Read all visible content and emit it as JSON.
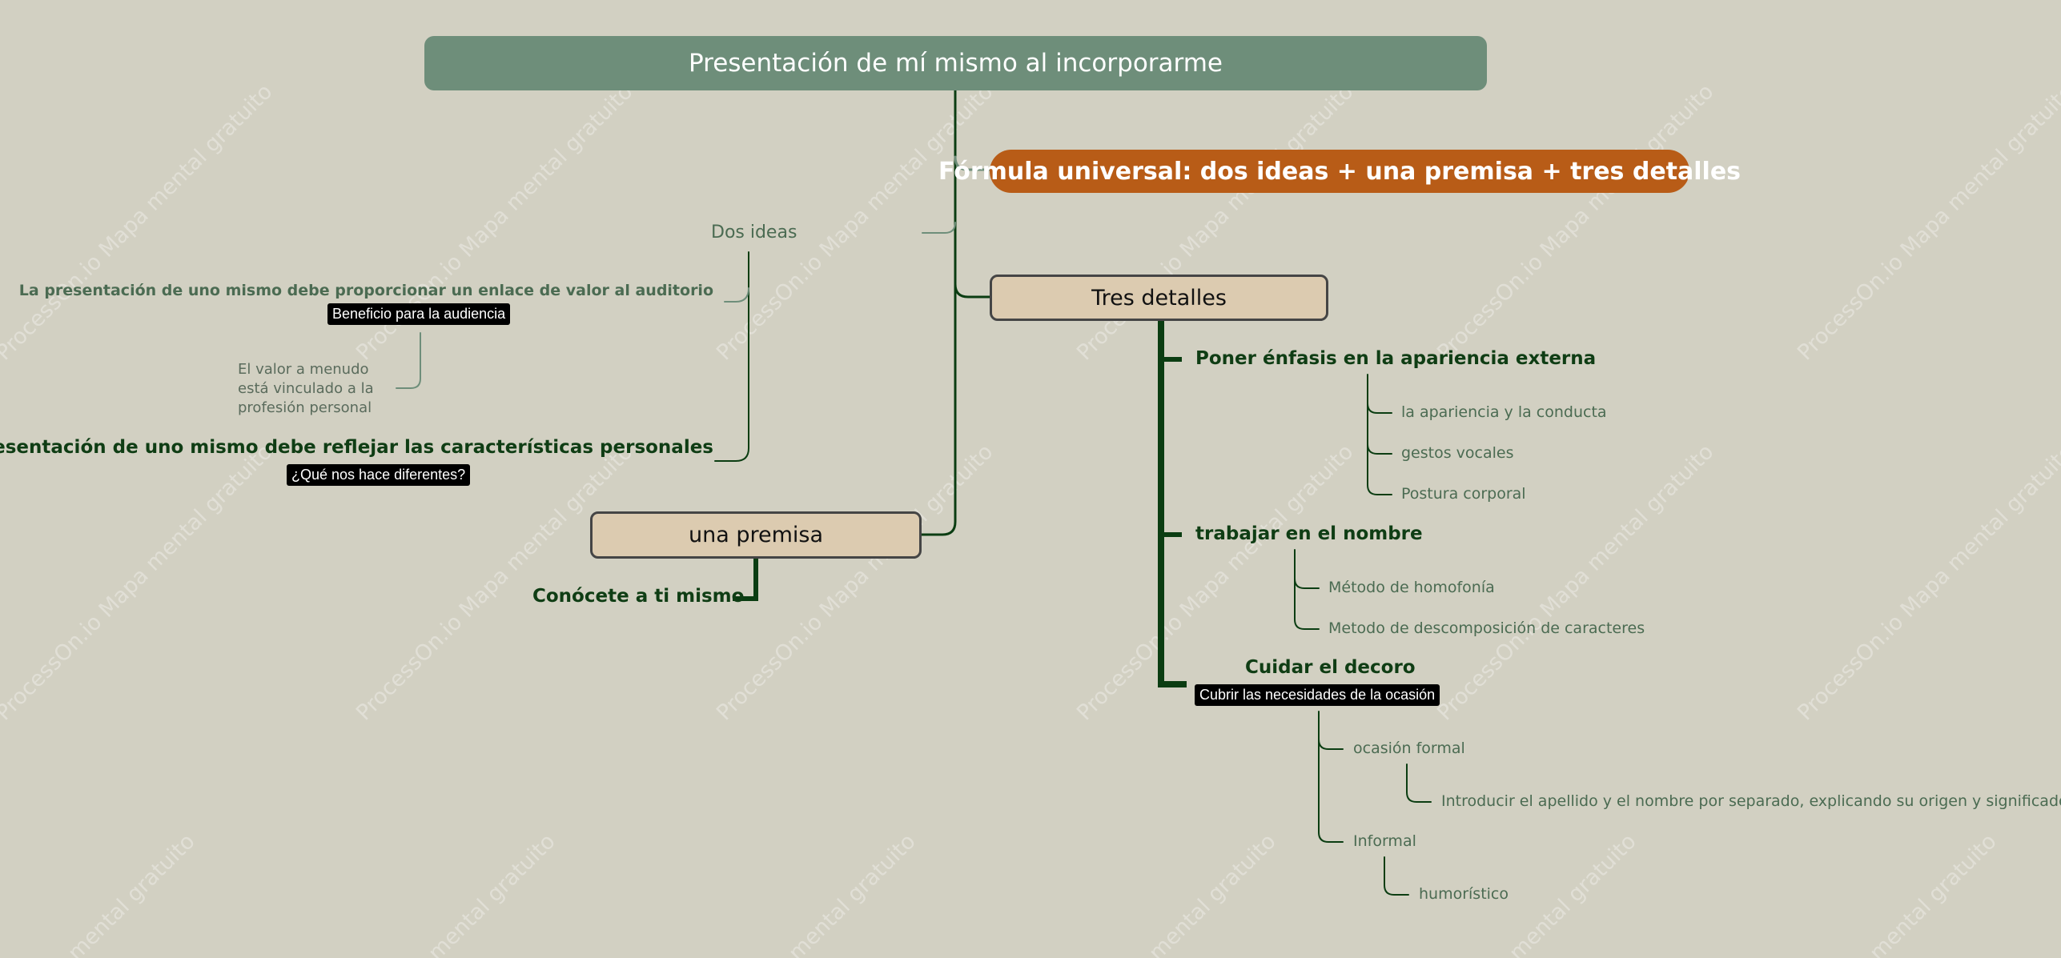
{
  "colors": {
    "background": "#d2d0c2",
    "root_fill": "#6e8e7a",
    "formula_fill": "#b85c17",
    "box_fill": "#dccbb0",
    "branch_dark": "#0b3d12",
    "branch_light": "#6e8e7a",
    "leaf_text": "#4b6b52"
  },
  "watermark": {
    "long": "ProcessOn.io Mapa mental gratuito",
    "short": "mental gratuito"
  },
  "root": {
    "label": "Presentación de mí mismo al incorporarme"
  },
  "formula": {
    "label": "Fórmula universal: dos ideas + una premisa + tres detalles"
  },
  "dos_ideas": {
    "label": "Dos ideas",
    "idea1": {
      "label": "La presentación de uno mismo debe proporcionar un enlace de valor al auditorio",
      "tag": "Beneficio para la audiencia",
      "note": [
        "El valor a menudo",
        "está vinculado a la",
        "profesión personal"
      ]
    },
    "idea2": {
      "label": "La presentación de uno mismo debe reflejar las características personales",
      "tag": "¿Qué nos hace diferentes?"
    }
  },
  "premisa": {
    "label": "una premisa",
    "child": "Conócete a ti mismo"
  },
  "tres_detalles": {
    "label": "Tres detalles",
    "apariencia": {
      "label": "Poner énfasis en la apariencia externa",
      "items": [
        "la apariencia y la conducta",
        "gestos vocales",
        "Postura corporal"
      ]
    },
    "nombre": {
      "label": "trabajar en el nombre",
      "items": [
        "Método de homofonía",
        "Metodo de descomposición de caracteres"
      ]
    },
    "decoro": {
      "label": "Cuidar el decoro",
      "tag": "Cubrir las necesidades de la ocasión",
      "formal": {
        "label": "ocasión formal",
        "child": "Introducir el apellido y el nombre por separado, explicando su origen y significado"
      },
      "informal": {
        "label": "Informal",
        "child": "humorístico"
      }
    }
  }
}
